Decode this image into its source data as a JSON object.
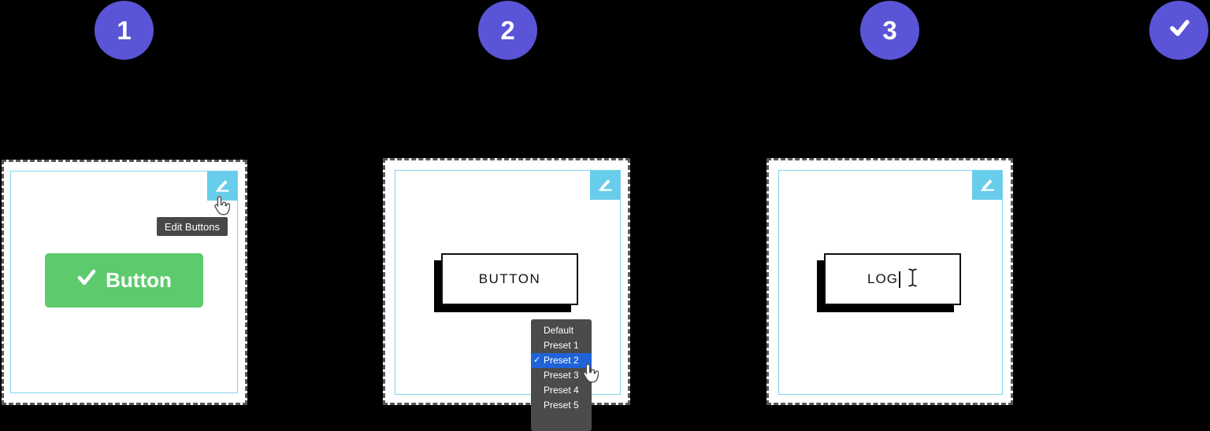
{
  "steps": [
    {
      "label": "1"
    },
    {
      "label": "2"
    },
    {
      "label": "3"
    },
    {
      "label": "",
      "icon": "check"
    }
  ],
  "icons": {
    "check_glyph": "✓",
    "pencil": "edit-pencil-with-underline",
    "hand_cursor": "pointer-hand",
    "ibeam_cursor": "text-ibeam"
  },
  "colors": {
    "background": "#000000",
    "step_circle": "#5a54d6",
    "edit_box_cyan": "#67cdea",
    "panel_inner_border": "#7fd3ee",
    "panel_dashed_border": "#575757",
    "green_button": "#5dcb6d",
    "tooltip_bg": "#474747",
    "menu_bg": "#4b4b4b",
    "menu_highlight": "#2063d8",
    "button_shadow": "#000000"
  },
  "panel1": {
    "edit_tooltip": "Edit Buttons",
    "button_label": "Button"
  },
  "panel2": {
    "button_label": "BUTTON",
    "preset_menu": {
      "items": [
        "Default",
        "Preset 1",
        "Preset 2",
        "Preset 3",
        "Preset 4",
        "Preset 5"
      ],
      "selected": "Preset 2"
    }
  },
  "panel3": {
    "button_text": "LOG"
  }
}
